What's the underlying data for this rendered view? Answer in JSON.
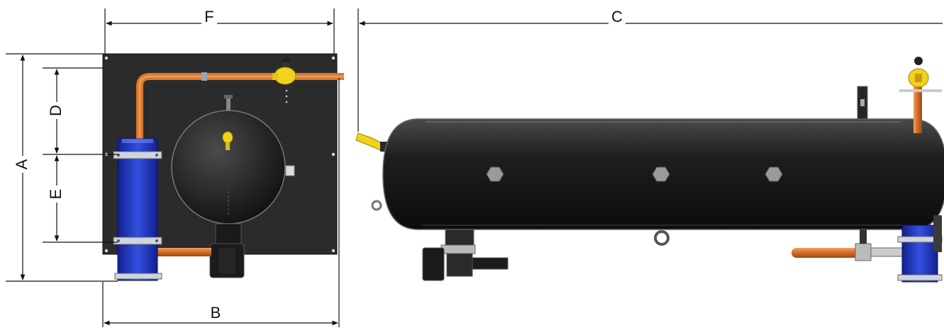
{
  "dimensions": {
    "A": "A",
    "B": "B",
    "C": "C",
    "D": "D",
    "E": "E",
    "F": "F"
  },
  "colors": {
    "plate": "#2b2b2b",
    "tank": "#1c1c1c",
    "copper_pipe": "#d9772c",
    "filter_blue": "#1f2fbf",
    "valve_yellow": "#f2d21b",
    "dimension_line": "#111111"
  }
}
